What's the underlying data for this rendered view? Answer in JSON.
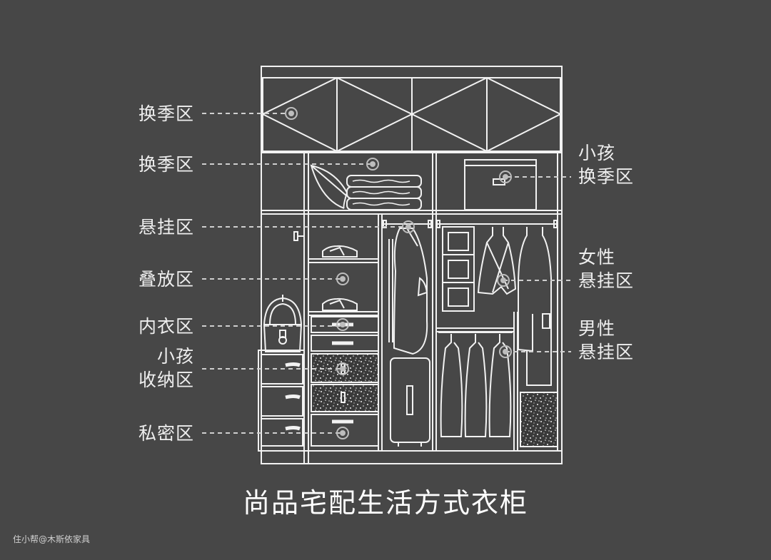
{
  "diagram": {
    "title": "尚品宅配生活方式衣柜",
    "credit": "住小帮@木斯依家具",
    "colors": {
      "background": "#474747",
      "line": "#f2f2f2",
      "leader": "#cfcfcf",
      "marker": "#bdbdbd"
    },
    "left_labels": [
      {
        "lines": [
          "换季区"
        ],
        "zone": "seasonal-top"
      },
      {
        "lines": [
          "换季区"
        ],
        "zone": "seasonal-middle"
      },
      {
        "lines": [
          "悬挂区"
        ],
        "zone": "hanging"
      },
      {
        "lines": [
          "叠放区"
        ],
        "zone": "folding"
      },
      {
        "lines": [
          "内衣区"
        ],
        "zone": "underwear"
      },
      {
        "lines": [
          "小孩",
          "收纳区"
        ],
        "zone": "kids-storage"
      },
      {
        "lines": [
          "私密区"
        ],
        "zone": "private"
      }
    ],
    "right_labels": [
      {
        "lines": [
          "小孩",
          "换季区"
        ],
        "zone": "kids-seasonal"
      },
      {
        "lines": [
          "女性",
          "悬挂区"
        ],
        "zone": "women-hanging"
      },
      {
        "lines": [
          "男性",
          "悬挂区"
        ],
        "zone": "men-hanging"
      }
    ]
  }
}
